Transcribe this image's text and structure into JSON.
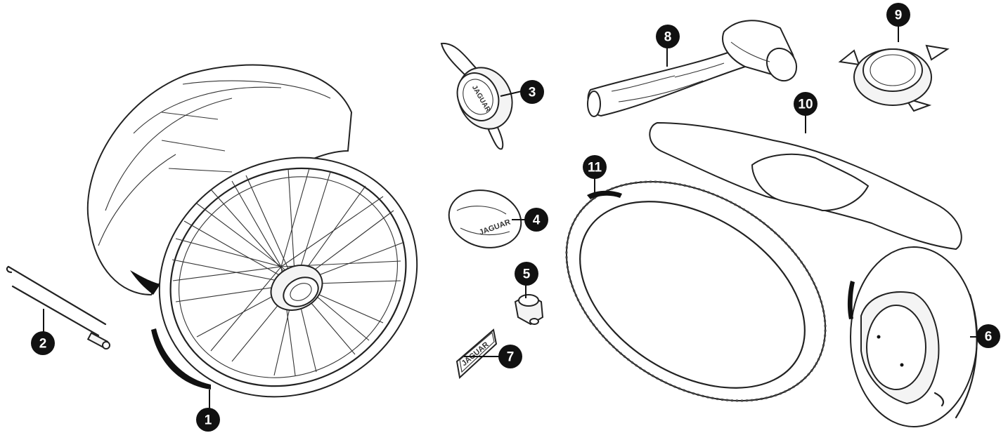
{
  "callouts": [
    {
      "id": "1",
      "part": "wire-wheel"
    },
    {
      "id": "2",
      "part": "spoke-and-nipple"
    },
    {
      "id": "3",
      "part": "eared-spinner"
    },
    {
      "id": "4",
      "part": "dust-cap"
    },
    {
      "id": "5",
      "part": "nipple-nut"
    },
    {
      "id": "6",
      "part": "hub-plate"
    },
    {
      "id": "7",
      "part": "jaguar-badge"
    },
    {
      "id": "8",
      "part": "mallet"
    },
    {
      "id": "9",
      "part": "knock-off-ring"
    },
    {
      "id": "10",
      "part": "spinner-spanner"
    },
    {
      "id": "11",
      "part": "rim-tape"
    }
  ],
  "embossed_text": {
    "spinner": "JAGUAR",
    "dust_cap": "JAGUAR",
    "badge": "JAGUAR"
  }
}
